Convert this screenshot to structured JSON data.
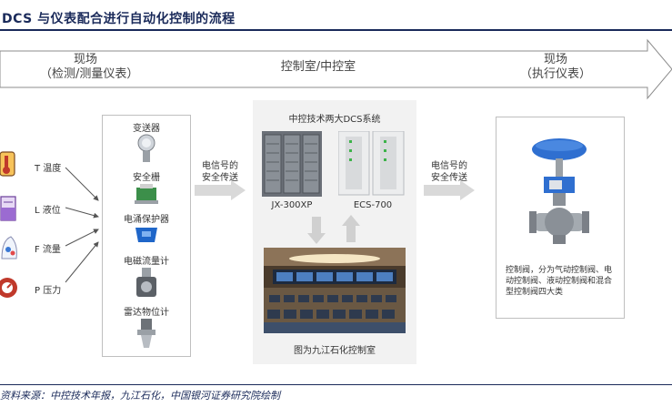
{
  "title": "DCS 与仪表配合进行自动化控制的流程",
  "banner": {
    "left_line1": "现场",
    "left_line2": "（检测/测量仪表）",
    "center": "控制室/中控室",
    "right_line1": "现场",
    "right_line2": "（执行仪表）"
  },
  "sensors": [
    {
      "label": "T 温度",
      "icon": "thermometer-icon"
    },
    {
      "label": "L 液位",
      "icon": "level-tank-icon"
    },
    {
      "label": "F 流量",
      "icon": "flow-icon"
    },
    {
      "label": "P 压力",
      "icon": "pressure-gauge-icon"
    }
  ],
  "instruments": [
    "变送器",
    "安全栅",
    "电涌保护器",
    "电磁流量计",
    "雷达物位计"
  ],
  "signal_left": {
    "line1": "电信号的",
    "line2": "安全传送"
  },
  "signal_right": {
    "line1": "电信号的",
    "line2": "安全传送"
  },
  "control_room": {
    "header": "中控技术两大DCS系统",
    "system1": "JX-300XP",
    "system2": "ECS-700",
    "photo_caption": "图为九江石化控制室"
  },
  "valve_desc": "控制阀，分为气动控制阀、电动控制阀、液动控制阀和混合型控制阀四大类",
  "source": "资料来源：中控技术年报，九江石化，中国银河证券研究院绘制",
  "colors": {
    "accent": "#1a2a5a",
    "arrow_gray": "#d9d9d9",
    "valve_blue": "#2f6fd0"
  }
}
